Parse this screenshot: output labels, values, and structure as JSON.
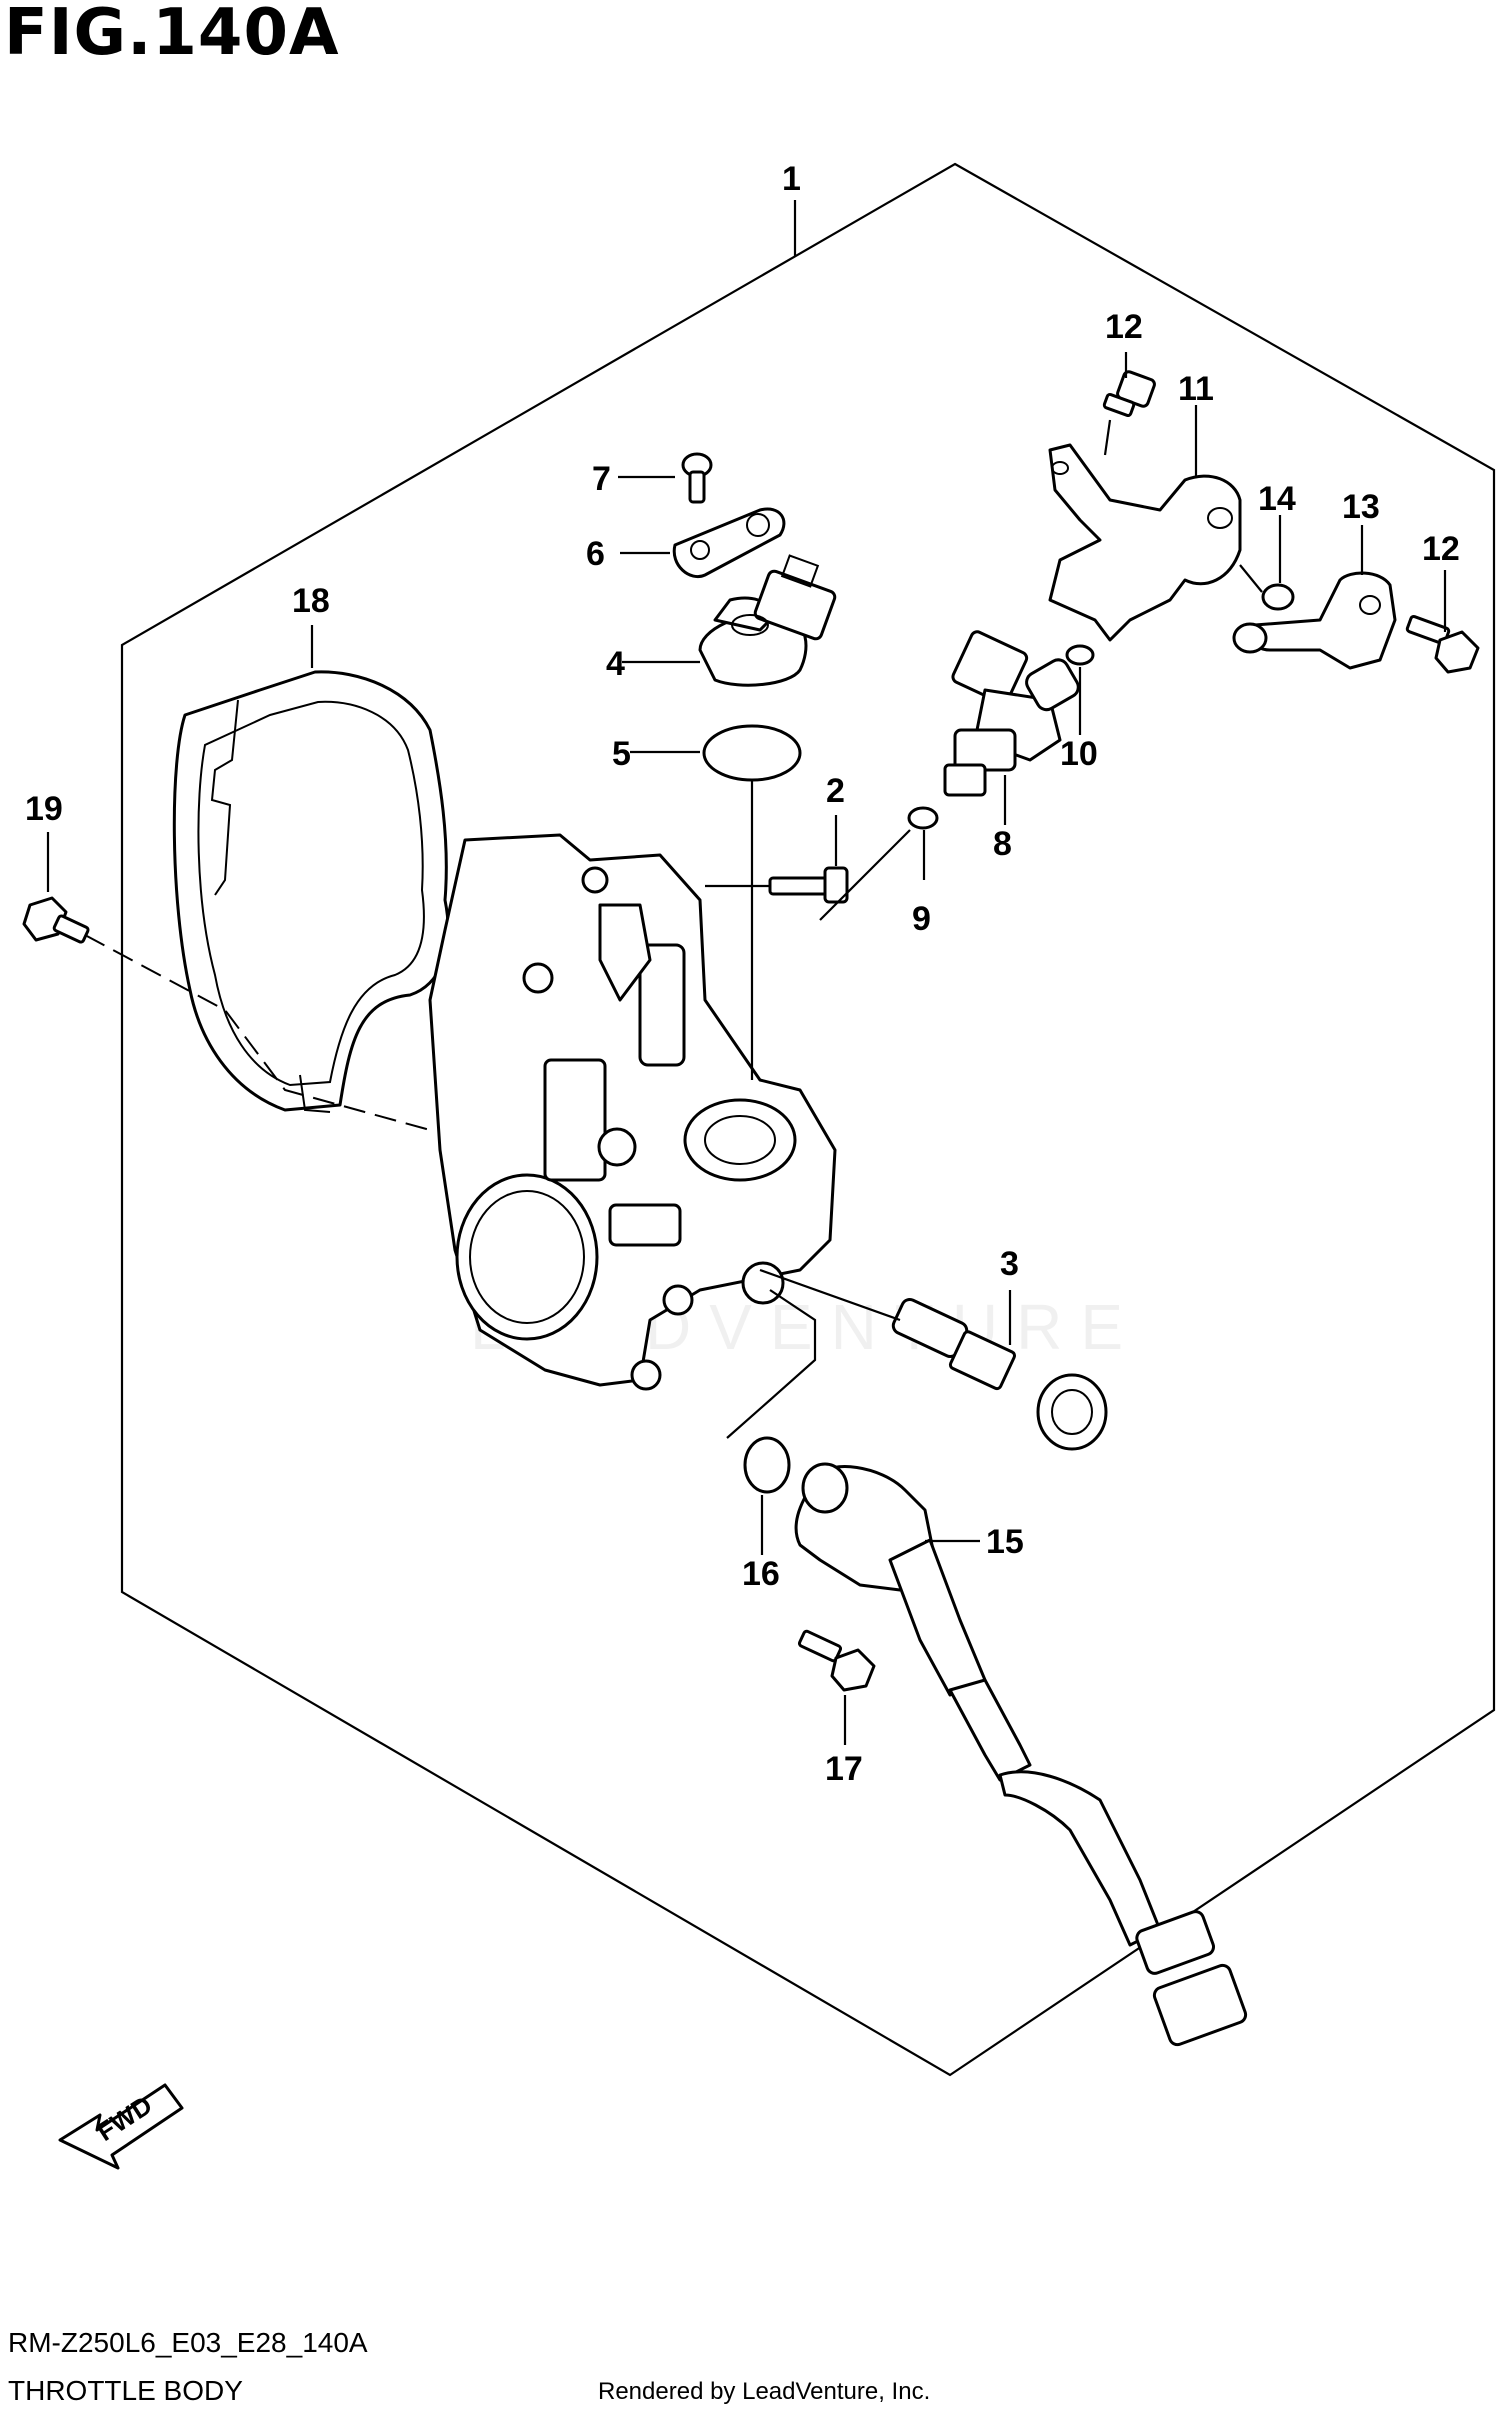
{
  "figure_title": "FIG.140A",
  "diagram_code": "RM-Z250L6_E03_E28_140A",
  "caption": "THROTTLE BODY",
  "rendered_by": "Rendered by LeadVenture, Inc.",
  "watermark": "LEADVENTURE",
  "fwd_label": "FWD",
  "callouts": [
    {
      "id": "1",
      "name": "throttle-body-assembly"
    },
    {
      "id": "2",
      "name": "screw"
    },
    {
      "id": "3",
      "name": "idle-screw"
    },
    {
      "id": "4",
      "name": "sensor"
    },
    {
      "id": "5",
      "name": "o-ring"
    },
    {
      "id": "6",
      "name": "bracket"
    },
    {
      "id": "7",
      "name": "screw"
    },
    {
      "id": "8",
      "name": "fuel-injector"
    },
    {
      "id": "9",
      "name": "o-ring"
    },
    {
      "id": "10",
      "name": "o-ring"
    },
    {
      "id": "11",
      "name": "fuel-delivery-pipe"
    },
    {
      "id": "12a",
      "name": "bolt"
    },
    {
      "id": "12b",
      "name": "bolt"
    },
    {
      "id": "13",
      "name": "clamp"
    },
    {
      "id": "14",
      "name": "o-ring"
    },
    {
      "id": "15",
      "name": "throttle-position-sensor"
    },
    {
      "id": "16",
      "name": "o-ring"
    },
    {
      "id": "17",
      "name": "screw"
    },
    {
      "id": "18",
      "name": "cover"
    },
    {
      "id": "19",
      "name": "bolt"
    }
  ],
  "callout_labels": {
    "c1": "1",
    "c2": "2",
    "c3": "3",
    "c4": "4",
    "c5": "5",
    "c6": "6",
    "c7": "7",
    "c8": "8",
    "c9": "9",
    "c10": "10",
    "c11": "11",
    "c12a": "12",
    "c12b": "12",
    "c13": "13",
    "c14": "14",
    "c15": "15",
    "c16": "16",
    "c17": "17",
    "c18": "18",
    "c19": "19"
  }
}
